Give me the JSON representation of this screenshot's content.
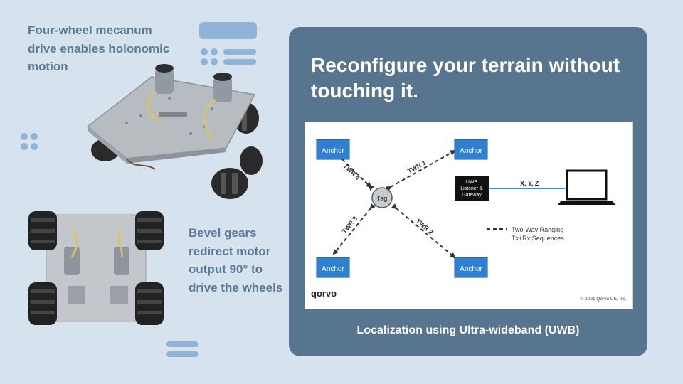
{
  "left": {
    "caption_top": "Four-wheel mecanum drive enables holonomic motion",
    "caption_bottom": "Bevel gears redirect motor output 90° to drive the wheels"
  },
  "panel": {
    "title": "Reconfigure your terrain without touching it.",
    "caption": "Localization using Ultra-wideband (UWB)"
  },
  "diagram": {
    "anchor_label": "Anchor",
    "tag_label": "Tag",
    "twr_labels": [
      "TWR 1",
      "TWR 2",
      "TWR 3",
      "TWR 4"
    ],
    "gateway_lines": [
      "UWB",
      "Listener &",
      "Gateway"
    ],
    "output_label": "X, Y, Z",
    "legend_lines": [
      "Two-Way Ranging",
      "Tx+Rx Sequences"
    ],
    "brand": "qorvo",
    "copyright": "© 2021 Qorvo US, Inc."
  },
  "colors": {
    "background": "#d6e3ef",
    "panel": "#587590",
    "caption_text": "#5b7a96",
    "decor": "#8fb4d8",
    "anchor_fill": "#2f80d1",
    "tag_fill": "#c8ccd0",
    "uwb_line": "#3d8fd6"
  }
}
